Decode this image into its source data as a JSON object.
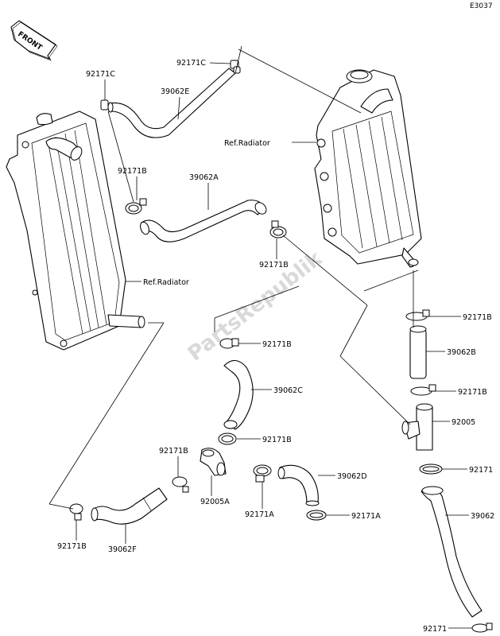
{
  "diagram_code": "E3037",
  "front_label": "FRONT",
  "watermark": "PartsRepublik",
  "references": {
    "ref_radiator_right": "Ref.Radiator",
    "ref_radiator_left": "Ref.Radiator"
  },
  "callouts": {
    "c92171C_top": "92171C",
    "c92171C_left": "92171C",
    "c39062E": "39062E",
    "c92171B_a": "92171B",
    "c39062A": "39062A",
    "c92171B_b": "92171B",
    "c92171B_c": "92171B",
    "c39062B": "39062B",
    "c92171B_d": "92171B",
    "c92005": "92005",
    "c92171_a": "92171",
    "c39062": "39062",
    "c92171_b": "92171",
    "c92171B_e": "92171B",
    "c39062C": "39062C",
    "c92171B_f": "92171B",
    "c92171B_g": "92171B",
    "c92005A": "92005A",
    "c92171A_a": "92171A",
    "c39062D": "39062D",
    "c92171A_b": "92171A",
    "c92171B_h": "92171B",
    "c39062F": "39062F"
  }
}
